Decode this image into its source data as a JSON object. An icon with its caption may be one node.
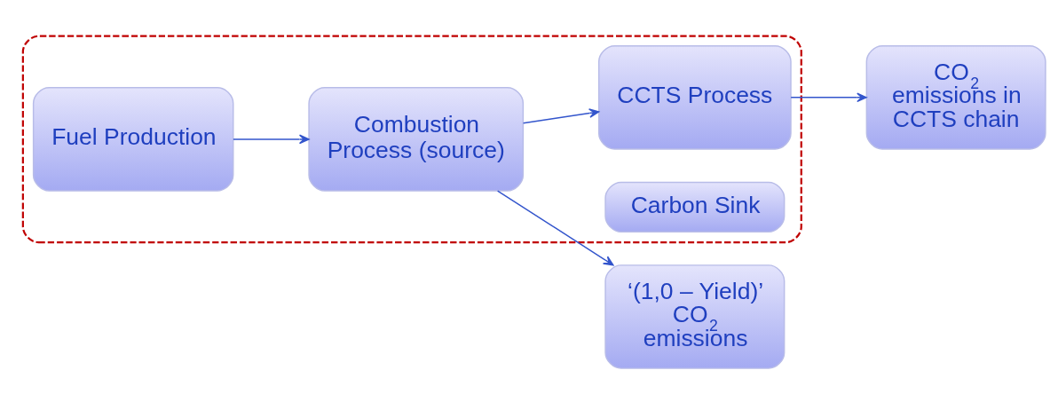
{
  "diagram": {
    "nodes": [
      {
        "text": [],
        "shape": "box"
      },
      {
        "text": [
          "Fuel Production"
        ],
        "in": 0
      },
      {
        "text": [
          "Combustion Process (source)"
        ],
        "in": 0
      },
      {
        "text": [
          "‘(1,0 – Yield)’ CO$_{2}$ emissions"
        ]
      },
      {
        "text": [
          "CCTS Process"
        ],
        "in": 0
      },
      {
        "text": [
          "Carbon Sink"
        ],
        "in": 0
      },
      {
        "text": [
          "CO$_{2}$ emissions in CCTS chain"
        ]
      }
    ],
    "edges": [
      {
        "from": 1,
        "to": 2,
        "arrow": "to"
      },
      {
        "from": 2,
        "to": 3,
        "arrow": "to"
      },
      {
        "from": 2,
        "to": 4,
        "arrow": "to"
      },
      {
        "from": 4,
        "to": 6,
        "arrow": "to"
      }
    ]
  }
}
